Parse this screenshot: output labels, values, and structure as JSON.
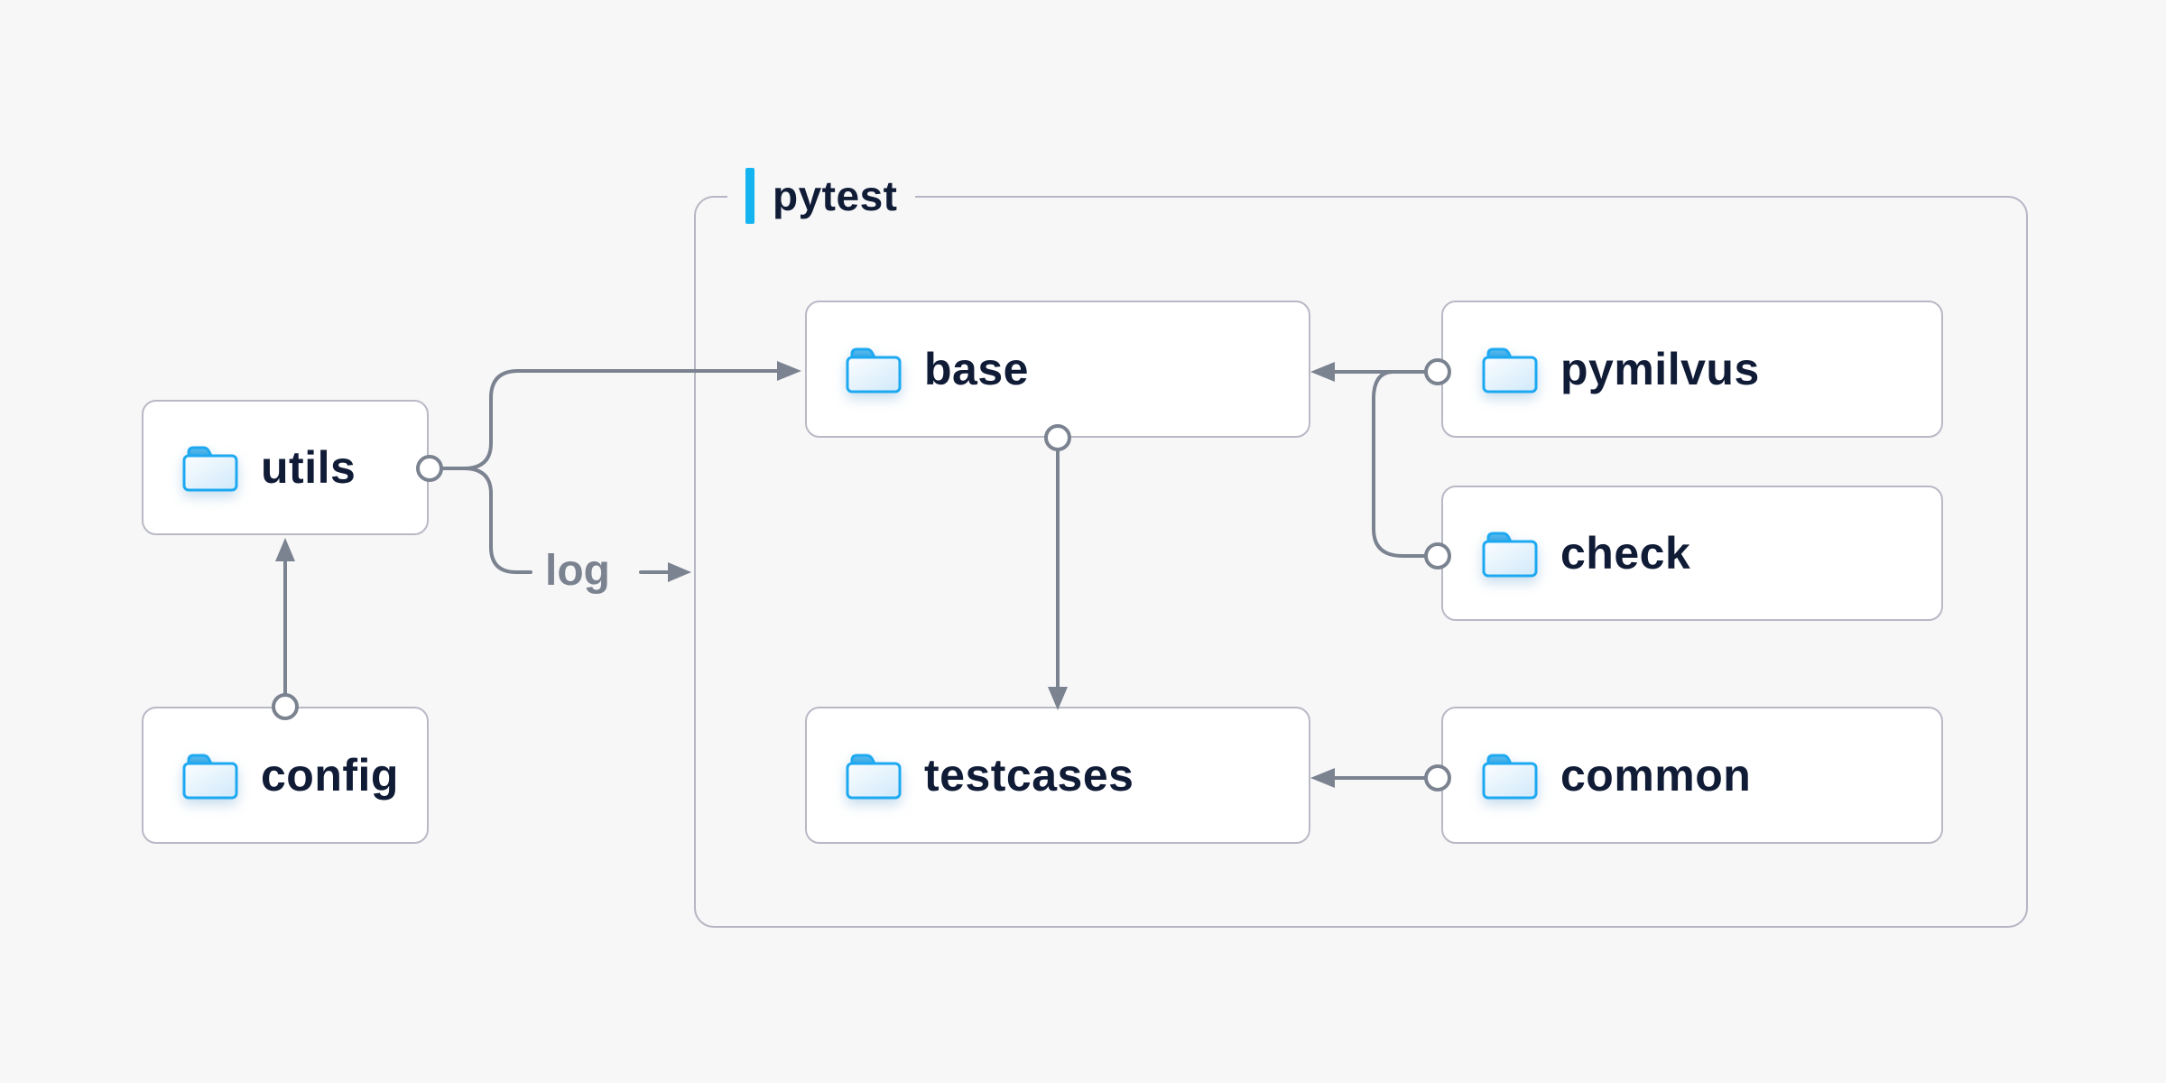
{
  "diagram": {
    "group_label": "pytest",
    "log_label": "log",
    "nodes": [
      {
        "id": "utils",
        "label": "utils"
      },
      {
        "id": "config",
        "label": "config"
      },
      {
        "id": "base",
        "label": "base"
      },
      {
        "id": "testcases",
        "label": "testcases"
      },
      {
        "id": "pymilvus",
        "label": "pymilvus"
      },
      {
        "id": "check",
        "label": "check"
      },
      {
        "id": "common",
        "label": "common"
      }
    ],
    "edges": [
      {
        "from": "utils",
        "to": "base",
        "style": "arrow"
      },
      {
        "from": "utils",
        "to": "log",
        "style": "labeled-arrow"
      },
      {
        "from": "config",
        "to": "utils",
        "style": "arrow"
      },
      {
        "from": "base",
        "to": "testcases",
        "style": "arrow"
      },
      {
        "from": "pymilvus",
        "to": "base",
        "style": "arrow"
      },
      {
        "from": "check",
        "to": "base",
        "style": "arrow"
      },
      {
        "from": "common",
        "to": "testcases",
        "style": "arrow"
      }
    ],
    "colors": {
      "background": "#f7f7f8",
      "accent_cyan": "#14b4f1",
      "connector_gray": "#7b8290",
      "node_border": "#b8b9c5",
      "node_background": "#ffffff",
      "text_dark": "#101b36",
      "edge_label_gray": "#7b8290",
      "folder_blue": "#1da9f1"
    }
  }
}
